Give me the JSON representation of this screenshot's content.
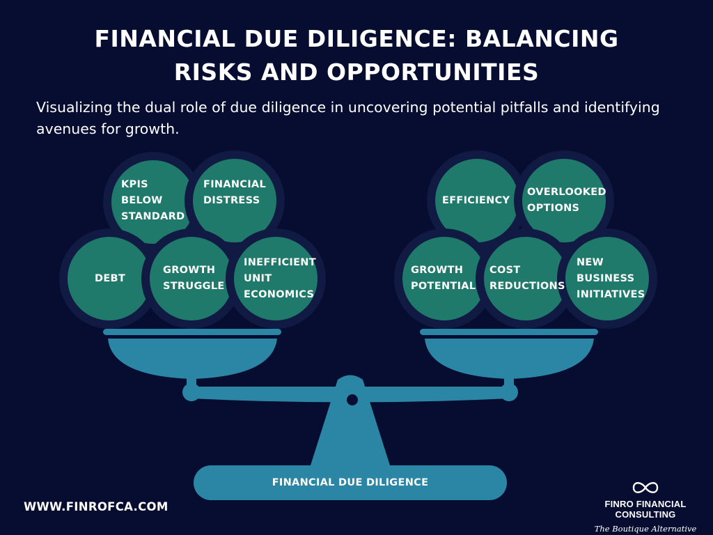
{
  "header": {
    "title_line1": "FINANCIAL DUE DILIGENCE: BALANCING",
    "title_line2": "RISKS AND OPPORTUNITIES",
    "subtitle": "Visualizing the dual role of due diligence in uncovering potential pitfalls and identifying avenues for growth."
  },
  "risks": {
    "kpis": [
      "KPIS",
      "BELOW",
      "STANDARD"
    ],
    "financial_distress": [
      "FINANCIAL",
      "DISTRESS"
    ],
    "debt": [
      "DEBT"
    ],
    "growth_struggle": [
      "GROWTH",
      "STRUGGLE"
    ],
    "inefficient_unit_economics": [
      "INEFFICIENT",
      "UNIT",
      "ECONOMICS"
    ]
  },
  "opportunities": {
    "efficiency": [
      "EFFICIENCY"
    ],
    "overlooked_options": [
      "OVERLOOKED",
      "OPTIONS"
    ],
    "growth_potential": [
      "GROWTH",
      "POTENTIAL"
    ],
    "cost_reductions": [
      "COST",
      "REDUCTIONS"
    ],
    "new_business_initiatives": [
      "NEW",
      "BUSINESS",
      "INITIATIVES"
    ]
  },
  "scale": {
    "base_label": "FINANCIAL DUE DILIGENCE"
  },
  "footer": {
    "website": "WWW.FINROFCA.COM",
    "brand_name": "FINRO FINANCIAL CONSULTING",
    "brand_tagline": "The Boutique Alternative"
  },
  "colors": {
    "background": "#070d30",
    "circle_fill": "#1f7a6c",
    "circle_ring": "#101a42",
    "scale_blue": "#2b86a6"
  }
}
